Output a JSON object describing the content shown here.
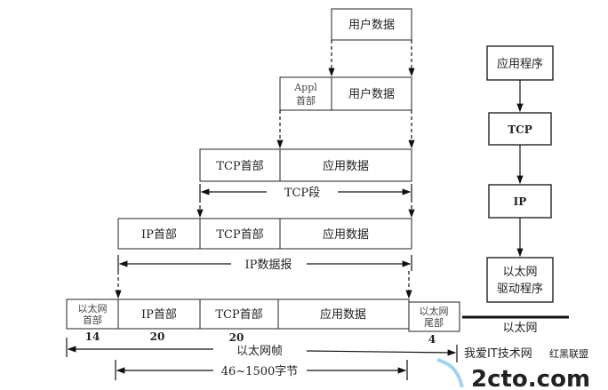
{
  "encapsulation": {
    "row1": {
      "user_data": "用户数据"
    },
    "row2": {
      "appl_header_line1": "Appl",
      "appl_header_line2": "首部",
      "user_data": "用户数据"
    },
    "row3": {
      "tcp_header": "TCP首部",
      "app_data": "应用数据"
    },
    "tcp_segment_label": "TCP段",
    "row4": {
      "ip_header": "IP首部",
      "tcp_header": "TCP首部",
      "app_data": "应用数据"
    },
    "ip_datagram_label": "IP数据报",
    "row5": {
      "eth_header_line1": "以太网",
      "eth_header_line2": "首部",
      "ip_header": "IP首部",
      "tcp_header": "TCP首部",
      "app_data": "应用数据",
      "eth_trailer_line1": "以太网",
      "eth_trailer_line2": "尾部"
    },
    "sizes": {
      "eth_header": "14",
      "ip_header": "20",
      "tcp_header": "20",
      "eth_trailer": "4"
    },
    "ethernet_frame_label": "以太网帧",
    "payload_range_label": "46~1500字节"
  },
  "stack": {
    "application": "应用程序",
    "tcp": "TCP",
    "ip": "IP",
    "driver_line1": "以太网",
    "driver_line2": "驱动程序",
    "medium": "以太网"
  },
  "watermark": {
    "logo": "2cto.com",
    "cn": "红黑联盟",
    "site": "我爱IT技术网"
  }
}
